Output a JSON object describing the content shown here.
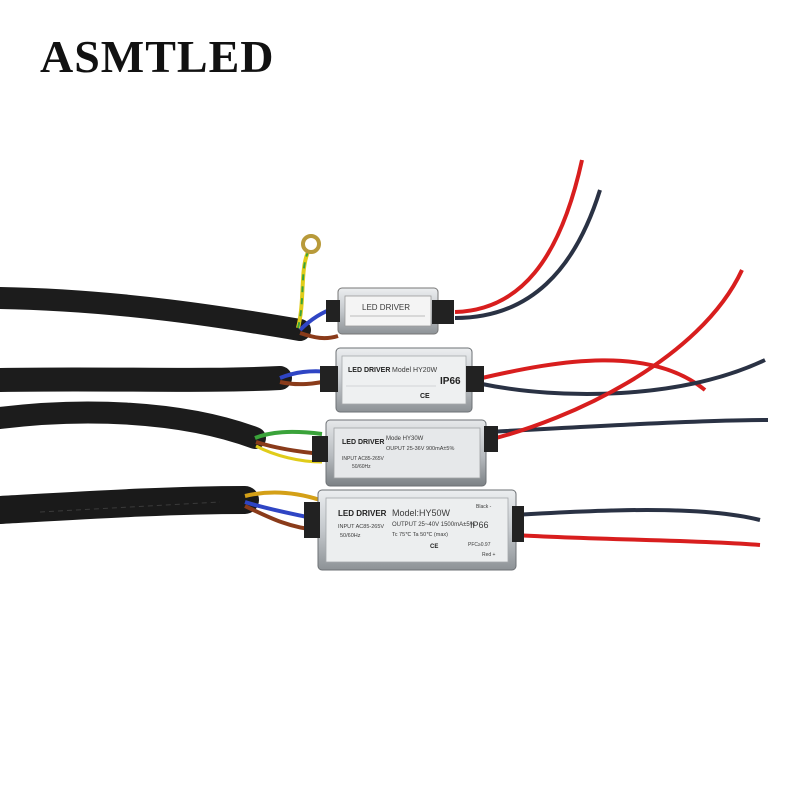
{
  "brand": {
    "name": "ASMTLED"
  },
  "colors": {
    "cable": "#1c1c1c",
    "wire_red": "#d81e1e",
    "wire_black": "#2a3244",
    "wire_blue": "#2f45c4",
    "wire_brown": "#8a3b1a",
    "wire_green": "#3aa33a",
    "wire_yellow": "#e0cc1a",
    "housing": "#c9ccd0"
  },
  "drivers": [
    {
      "id": "small",
      "title": "LED DRIVER"
    },
    {
      "id": "hy20w",
      "title": "LED DRIVER",
      "model": "Model  HY20W",
      "rating": "IP66",
      "cert": "CE"
    },
    {
      "id": "hy30w",
      "title": "LED DRIVER",
      "model": "Mode HY30W",
      "output": "OUPUT 25-36V  900mA±5%",
      "input": "INPUT AC85-265V",
      "freq": "50/60Hz"
    },
    {
      "id": "hy50w",
      "title": "LED DRIVER",
      "model": "Model:HY50W",
      "output": "OUTPUT 25~40V  1500mA±5%",
      "input": "INPUT AC85-265V",
      "freq": "50/60Hz",
      "temps": "Tc  75℃    Ta  50℃ (max)",
      "rating": "IP66",
      "pfc": "PFC≥0.97",
      "black": "Black -",
      "red": "Red +",
      "cert": "CE"
    }
  ]
}
